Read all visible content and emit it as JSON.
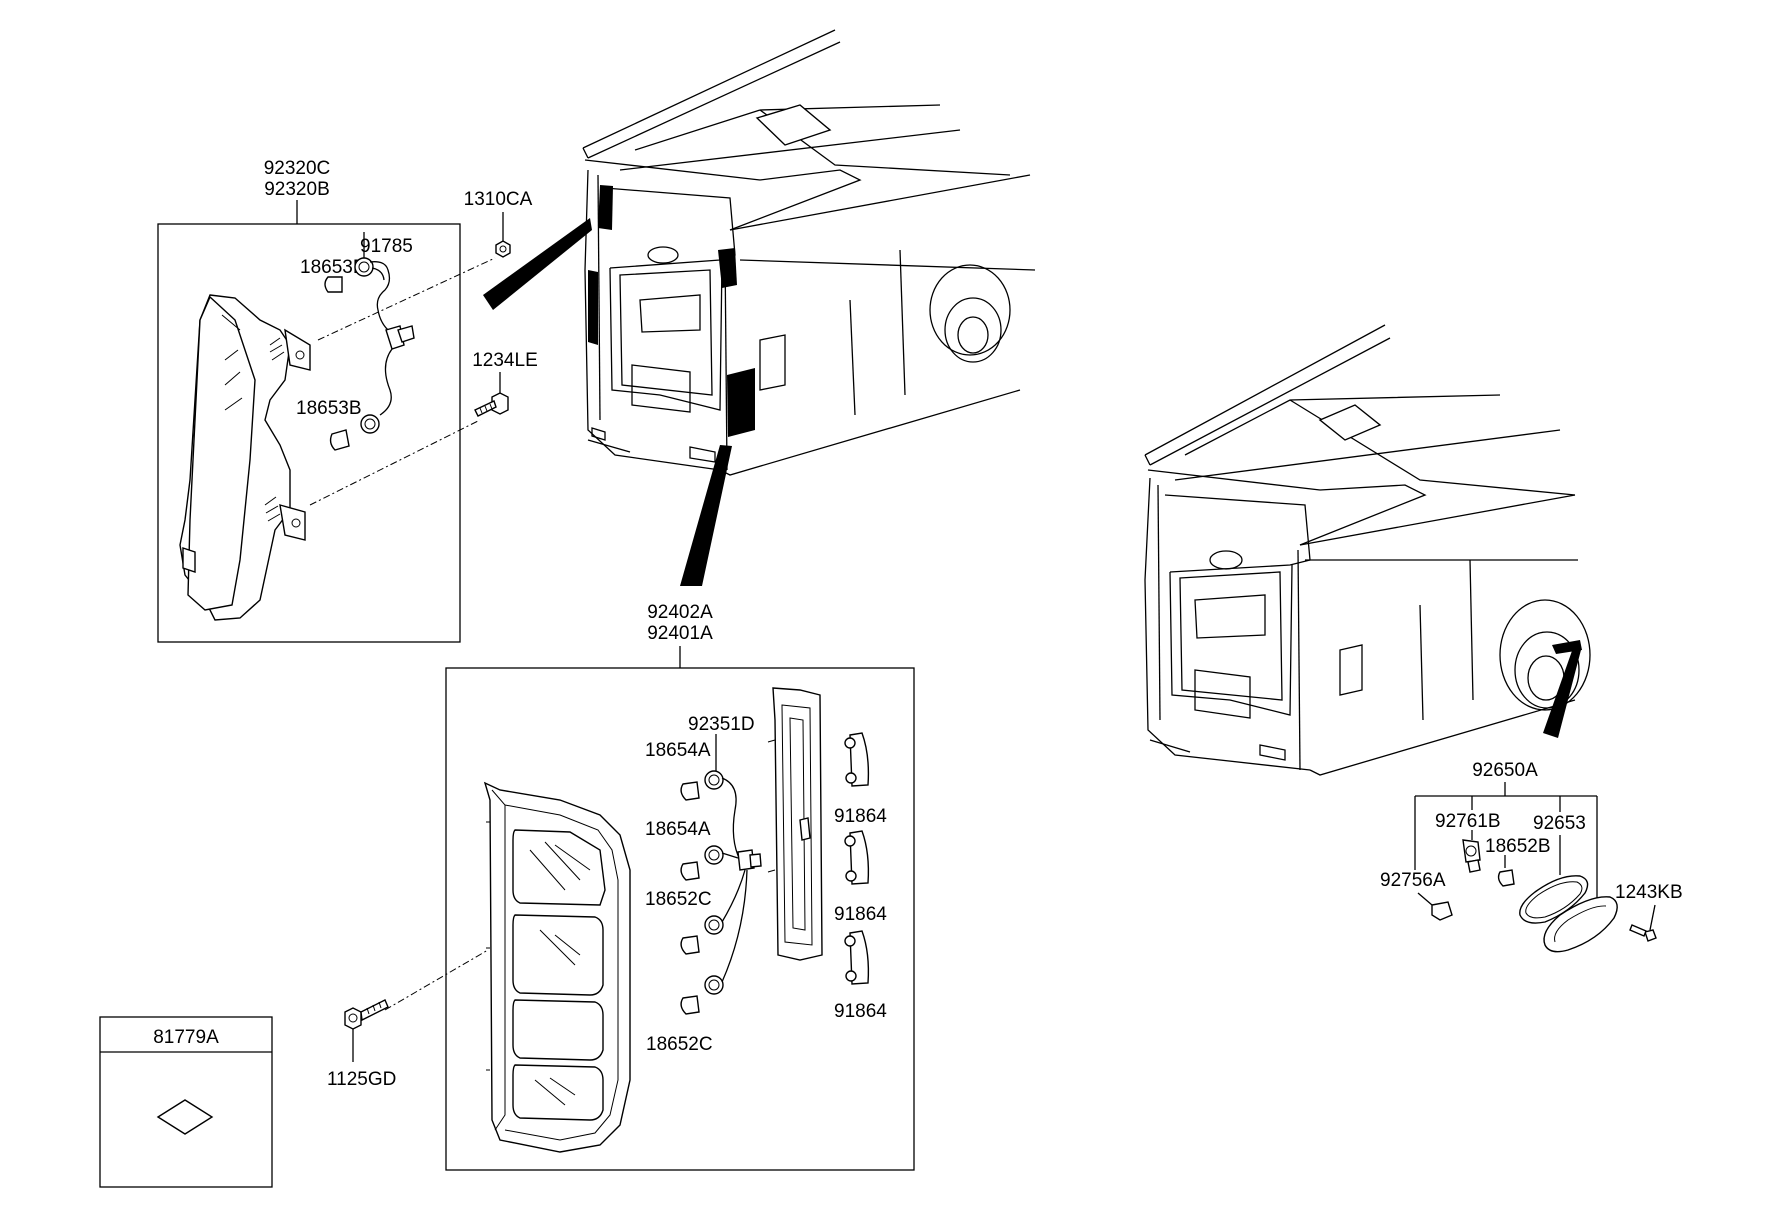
{
  "diagram": {
    "colors": {
      "line": "#000000",
      "background": "#ffffff"
    },
    "labels": {
      "n92320C": "92320C",
      "n92320B": "92320B",
      "n1310CA": "1310CA",
      "n91785": "91785",
      "n18653B_top": "18653B",
      "n18653B_bottom": "18653B",
      "n1234LE": "1234LE",
      "n92402A": "92402A",
      "n92401A": "92401A",
      "n92351D": "92351D",
      "n18654A_1": "18654A",
      "n18654A_2": "18654A",
      "n18652C_1": "18652C",
      "n18652C_2": "18652C",
      "n91864_1": "91864",
      "n91864_2": "91864",
      "n91864_3": "91864",
      "n1125GD": "1125GD",
      "n81779A": "81779A",
      "n92650A": "92650A",
      "n92761B": "92761B",
      "n92653": "92653",
      "n18652B": "18652B",
      "n92756A": "92756A",
      "n1243KB": "1243KB"
    }
  }
}
